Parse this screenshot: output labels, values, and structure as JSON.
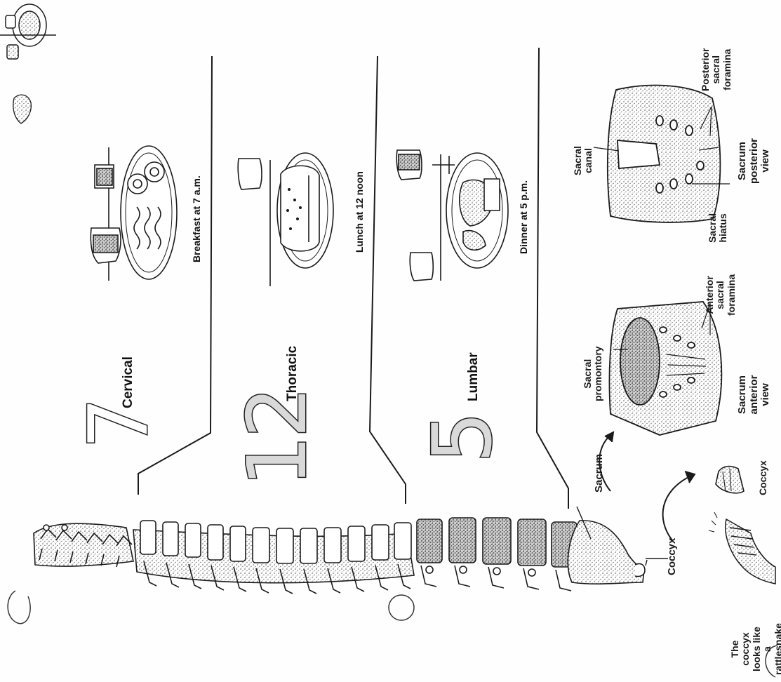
{
  "regions": [
    {
      "count": "7",
      "name": "Cervical",
      "meal": "Breakfast at 7 a.m."
    },
    {
      "count": "12",
      "name": "Thoracic",
      "meal": "Lunch at 12 noon"
    },
    {
      "count": "5",
      "name": "Lumbar",
      "meal": "Dinner at 5 p.m."
    }
  ],
  "sacrum_anterior": {
    "title_line1": "Sacrum",
    "title_line2": "anterior view",
    "promontory_line1": "Sacral",
    "promontory_line2": "promontory",
    "foramina_line1": "Anterior",
    "foramina_line2": "sacral",
    "foramina_line3": "foramina"
  },
  "sacrum_posterior": {
    "title_line1": "Sacrum",
    "title_line2": "posterior view",
    "canal_line1": "Sacral",
    "canal_line2": "canal",
    "hiatus_line1": "Sacral",
    "hiatus_line2": "hiatus",
    "foramina_line1": "Posterior",
    "foramina_line2": "sacral",
    "foramina_line3": "foramina"
  },
  "spine_labels": {
    "sacrum": "Sacrum",
    "coccyx": "Coccyx",
    "coccyx_detail": "Coccyx"
  },
  "mnemonic": {
    "line1": "The coccyx",
    "line2": "looks like a",
    "line3": "rattlesnake tail"
  },
  "colors": {
    "ink": "#1a1a1a",
    "stipple": "#9a9a9a",
    "paper": "#fefefe"
  }
}
